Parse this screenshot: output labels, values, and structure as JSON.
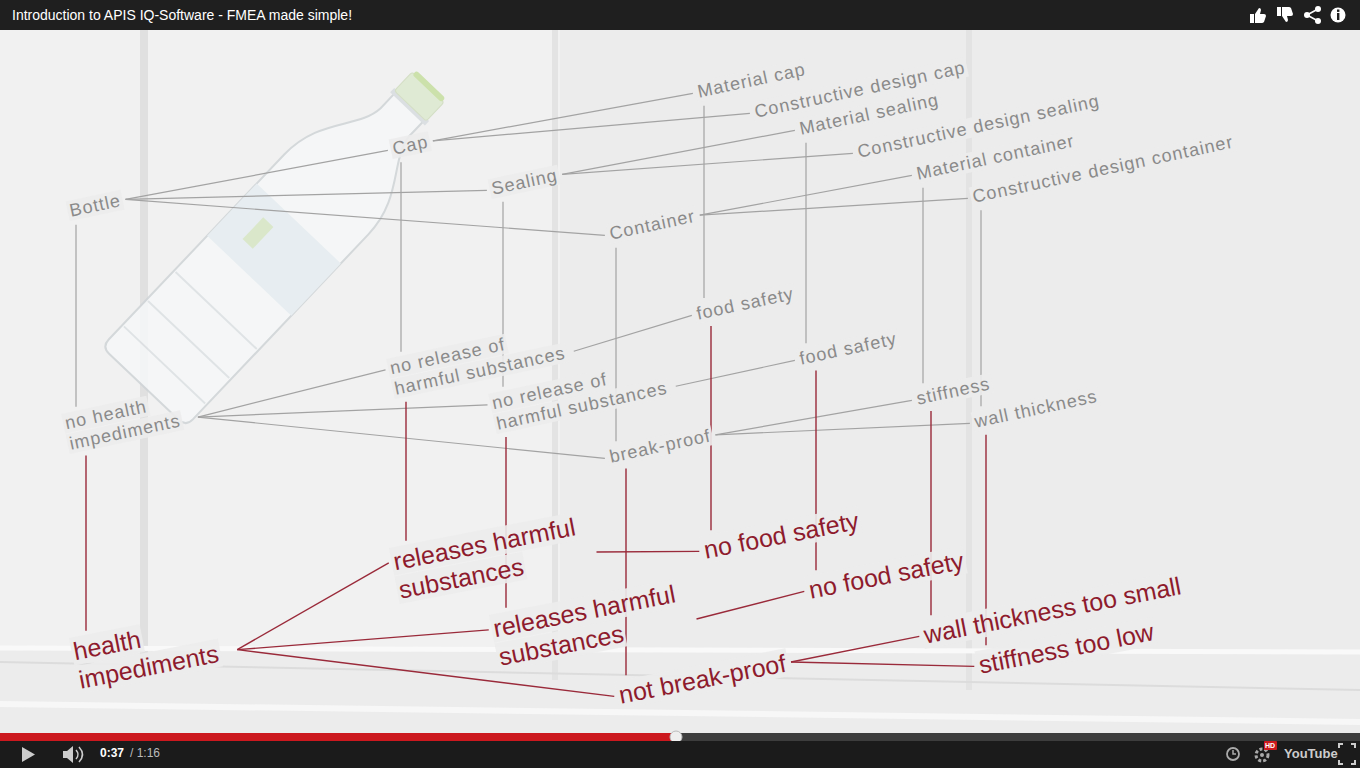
{
  "diagram": {
    "title": "Introduction to APIS IQ-Software - FMEA made simple!",
    "nodes": [
      {
        "text": [
          "Bottle"
        ]
      },
      {
        "text": [
          "Cap"
        ]
      },
      {
        "text": [
          "Material cap"
        ]
      },
      {
        "text": [
          "Constructive design cap"
        ]
      },
      {
        "text": [
          "Sealing"
        ]
      },
      {
        "text": [
          "Material sealing"
        ]
      },
      {
        "text": [
          "Constructive design sealing"
        ]
      },
      {
        "text": [
          "Container"
        ]
      },
      {
        "text": [
          "Material container"
        ]
      },
      {
        "text": [
          "Constructive design container"
        ]
      },
      {
        "text": [
          "no health impediments"
        ]
      },
      {
        "text": [
          "no release of harmful substances"
        ]
      },
      {
        "text": [
          "food safety"
        ]
      },
      {
        "text": [
          "no release of harmful substances"
        ]
      },
      {
        "text": [
          "food safety"
        ]
      },
      {
        "text": [
          "break-proof"
        ]
      },
      {
        "text": [
          "stiffness"
        ]
      },
      {
        "text": [
          "wall thickness"
        ]
      },
      {
        "text": [
          "health impediments"
        ]
      },
      {
        "text": [
          "releases harmful substances"
        ]
      },
      {
        "text": [
          "no food safety"
        ]
      },
      {
        "text": [
          "releases harmful substances"
        ]
      },
      {
        "text": [
          "no food safety"
        ]
      },
      {
        "text": [
          "not break-proof"
        ]
      },
      {
        "text": [
          "wall thickness too small"
        ]
      },
      {
        "text": [
          "stiffness too low"
        ]
      }
    ],
    "edges": [
      {
        "from": 0,
        "to": 1,
        "arrow": "none"
      },
      {
        "from": 0,
        "to": 4,
        "arrow": "none"
      },
      {
        "from": 0,
        "to": 7,
        "arrow": "none"
      },
      {
        "from": 1,
        "to": 2,
        "arrow": "none"
      },
      {
        "from": 1,
        "to": 3,
        "arrow": "none"
      },
      {
        "from": 4,
        "to": 5,
        "arrow": "none"
      },
      {
        "from": 4,
        "to": 6,
        "arrow": "none"
      },
      {
        "from": 7,
        "to": 8,
        "arrow": "none"
      },
      {
        "from": 7,
        "to": 9,
        "arrow": "none"
      },
      {
        "from": 10,
        "to": 11,
        "arrow": "none"
      },
      {
        "from": 10,
        "to": 13,
        "arrow": "none"
      },
      {
        "from": 10,
        "to": 15,
        "arrow": "none"
      },
      {
        "from": 11,
        "to": 12,
        "arrow": "none"
      },
      {
        "from": 13,
        "to": 14,
        "arrow": "none"
      },
      {
        "from": 15,
        "to": 16,
        "arrow": "none"
      },
      {
        "from": 15,
        "to": 17,
        "arrow": "none"
      },
      {
        "from": 18,
        "to": 19,
        "arrow": "none"
      },
      {
        "from": 18,
        "to": 21,
        "arrow": "none"
      },
      {
        "from": 18,
        "to": 23,
        "arrow": "none"
      },
      {
        "from": 19,
        "to": 20,
        "arrow": "none"
      },
      {
        "from": 21,
        "to": 22,
        "arrow": "none"
      },
      {
        "from": 23,
        "to": 24,
        "arrow": "none"
      },
      {
        "from": 23,
        "to": 25,
        "arrow": "none"
      },
      {
        "from": 0,
        "to": 10,
        "arrow": "none"
      },
      {
        "from": 1,
        "to": 11,
        "arrow": "none"
      },
      {
        "from": 4,
        "to": 13,
        "arrow": "none"
      },
      {
        "from": 7,
        "to": 15,
        "arrow": "none"
      },
      {
        "from": 2,
        "to": 12,
        "arrow": "none"
      },
      {
        "from": 5,
        "to": 14,
        "arrow": "none"
      },
      {
        "from": 8,
        "to": 16,
        "arrow": "none"
      },
      {
        "from": 9,
        "to": 17,
        "arrow": "none"
      },
      {
        "from": 10,
        "to": 18,
        "arrow": "none"
      },
      {
        "from": 11,
        "to": 19,
        "arrow": "none"
      },
      {
        "from": 13,
        "to": 21,
        "arrow": "none"
      },
      {
        "from": 15,
        "to": 23,
        "arrow": "none"
      },
      {
        "from": 12,
        "to": 20,
        "arrow": "none"
      },
      {
        "from": 14,
        "to": 22,
        "arrow": "none"
      },
      {
        "from": 16,
        "to": 24,
        "arrow": "none"
      },
      {
        "from": 17,
        "to": 25,
        "arrow": "none"
      }
    ],
    "labels": [
      "0:37",
      "/ 1:16",
      "HD",
      "YouTube"
    ]
  }
}
